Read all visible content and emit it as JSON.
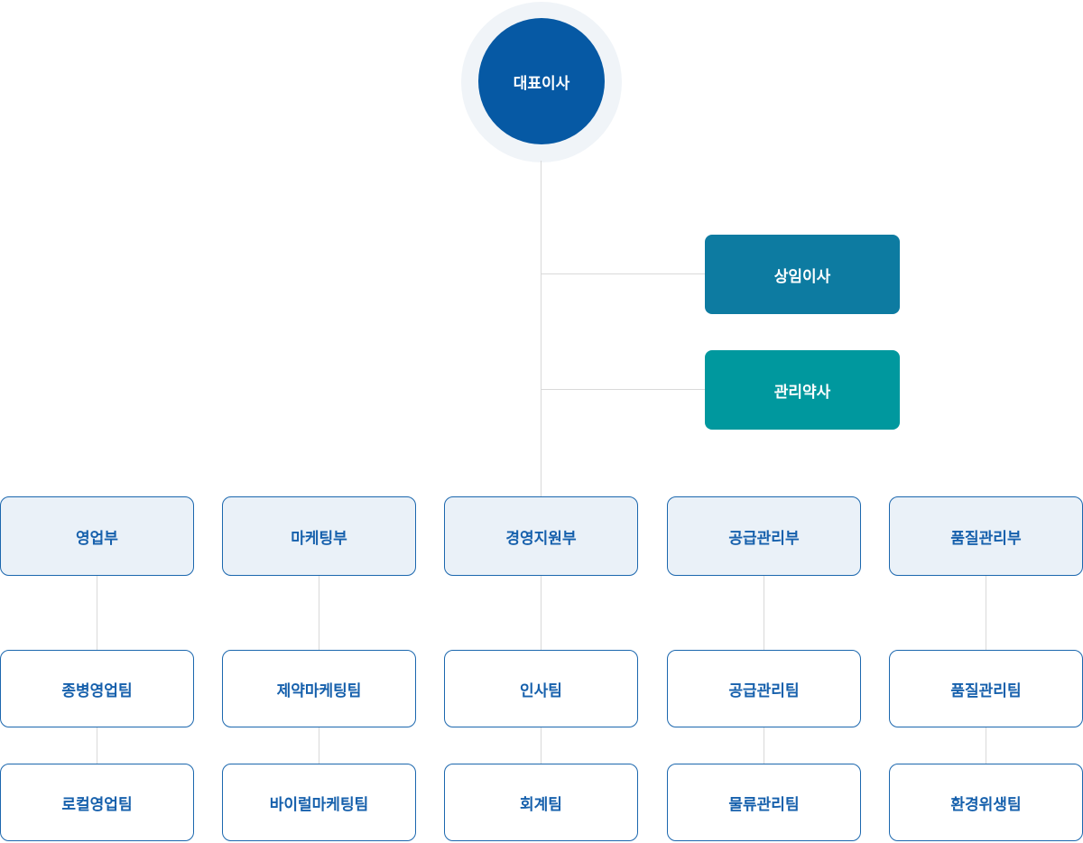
{
  "org_chart": {
    "type": "organization-chart",
    "root": {
      "label": "대표이사"
    },
    "staff": [
      {
        "label": "상임이사"
      },
      {
        "label": "관리약사"
      }
    ],
    "departments": [
      {
        "label": "영업부",
        "teams": [
          "종병영업팀",
          "로컬영업팀"
        ]
      },
      {
        "label": "마케팅부",
        "teams": [
          "제약마케팅팀",
          "바이럴마케팅팀"
        ]
      },
      {
        "label": "경영지원부",
        "teams": [
          "인사팀",
          "회계팀"
        ]
      },
      {
        "label": "공급관리부",
        "teams": [
          "공급관리팀",
          "물류관리팀"
        ]
      },
      {
        "label": "품질관리부",
        "teams": [
          "품질관리팀",
          "환경위생팀"
        ]
      }
    ]
  },
  "colors": {
    "ceo-bg": "#0659a4",
    "ceo-halo": "#f0f4f8",
    "director-bg": "#0d7ba1",
    "pharmacist-bg": "#00989e",
    "dept-fill": "#eaf1f8",
    "team-fill": "#ffffff",
    "box-border": "#1b67ae",
    "box-text": "#1660ac",
    "connector-line": "#d9d9d9"
  }
}
